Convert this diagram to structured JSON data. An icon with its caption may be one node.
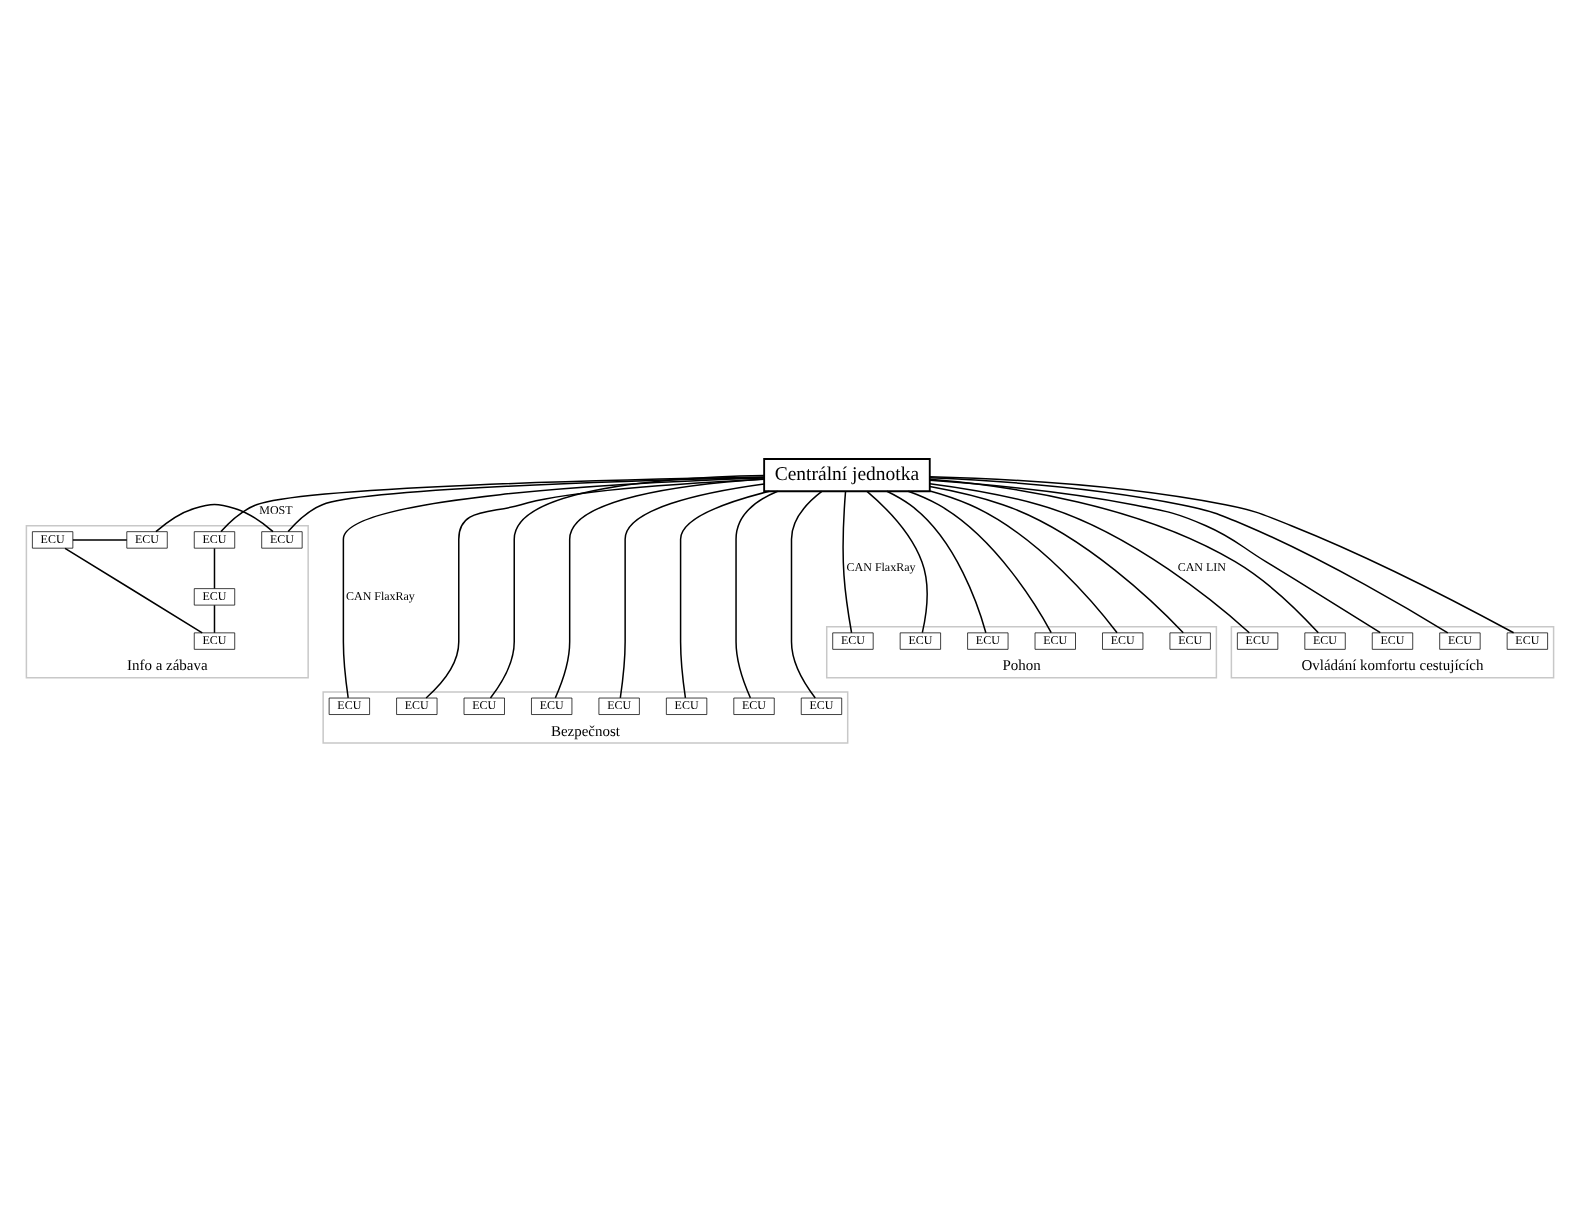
{
  "diagram": {
    "nodes": [
      {
        "text": [
          "Centrální jednotka"
        ]
      },
      {
        "text": [
          "Bezpečnost"
        ]
      },
      {
        "text": [
          "ECU"
        ],
        "in": 1
      },
      {
        "text": [
          "ECU"
        ],
        "in": 1
      },
      {
        "text": [
          "ECU"
        ],
        "in": 1
      },
      {
        "text": [
          "ECU"
        ],
        "in": 1
      },
      {
        "text": [
          "ECU"
        ],
        "in": 1
      },
      {
        "text": [
          "ECU"
        ],
        "in": 1
      },
      {
        "text": [
          "ECU"
        ],
        "in": 1
      },
      {
        "text": [
          "ECU"
        ],
        "in": 1
      },
      {
        "text": [
          "Pohon"
        ]
      },
      {
        "text": [
          "ECU"
        ],
        "in": 10
      },
      {
        "text": [
          "ECU"
        ],
        "in": 10
      },
      {
        "text": [
          "ECU"
        ],
        "in": 10
      },
      {
        "text": [
          "ECU"
        ],
        "in": 10
      },
      {
        "text": [
          "ECU"
        ],
        "in": 10
      },
      {
        "text": [
          "ECU"
        ],
        "in": 10
      },
      {
        "text": [
          "Info a zábava"
        ]
      },
      {
        "text": [
          "ECU"
        ],
        "in": 17
      },
      {
        "text": [
          "ECU"
        ],
        "in": 17
      },
      {
        "text": [
          "ECU"
        ],
        "in": 17
      },
      {
        "text": [
          "ECU"
        ],
        "in": 17
      },
      {
        "text": [
          "ECU"
        ],
        "in": 17
      },
      {
        "text": [
          "ECU"
        ],
        "in": 17
      },
      {
        "text": [
          "Ovládání komfortu cestujících"
        ]
      },
      {
        "text": [
          "ECU"
        ],
        "in": 24
      },
      {
        "text": [
          "ECU"
        ],
        "in": 24
      },
      {
        "text": [
          "ECU"
        ],
        "in": 24
      },
      {
        "text": [
          "ECU"
        ],
        "in": 24
      },
      {
        "text": [
          "ECU"
        ],
        "in": 24
      }
    ],
    "edges": [
      {
        "from": 0,
        "to": 2,
        "arrow": "none",
        "label": "CAN FlaxRay"
      },
      {
        "from": 0,
        "to": 3,
        "arrow": "none"
      },
      {
        "from": 0,
        "to": 4,
        "arrow": "none"
      },
      {
        "from": 0,
        "to": 5,
        "arrow": "none"
      },
      {
        "from": 0,
        "to": 6,
        "arrow": "none"
      },
      {
        "from": 0,
        "to": 7,
        "arrow": "none"
      },
      {
        "from": 0,
        "to": 8,
        "arrow": "none"
      },
      {
        "from": 0,
        "to": 9,
        "arrow": "none"
      },
      {
        "from": 0,
        "to": 11,
        "arrow": "none",
        "label": "CAN FlaxRay"
      },
      {
        "from": 0,
        "to": 12,
        "arrow": "none"
      },
      {
        "from": 0,
        "to": 13,
        "arrow": "none"
      },
      {
        "from": 0,
        "to": 14,
        "arrow": "none"
      },
      {
        "from": 0,
        "to": 15,
        "arrow": "none"
      },
      {
        "from": 0,
        "to": 16,
        "arrow": "none"
      },
      {
        "from": 0,
        "to": 18,
        "arrow": "none",
        "label": "MOST"
      },
      {
        "from": 0,
        "to": 19,
        "arrow": "none"
      },
      {
        "from": 18,
        "to": 20,
        "arrow": "none"
      },
      {
        "from": 20,
        "to": 22,
        "arrow": "none"
      },
      {
        "from": 22,
        "to": 23,
        "arrow": "none"
      },
      {
        "from": 23,
        "to": 21,
        "arrow": "none"
      },
      {
        "from": 21,
        "to": 19,
        "arrow": "none"
      },
      {
        "from": 0,
        "to": 25,
        "arrow": "none",
        "label": "CAN LIN"
      },
      {
        "from": 0,
        "to": 26,
        "arrow": "none"
      },
      {
        "from": 0,
        "to": 27,
        "arrow": "none"
      },
      {
        "from": 0,
        "to": 28,
        "arrow": "none"
      },
      {
        "from": 0,
        "to": 29,
        "arrow": "none"
      }
    ]
  }
}
